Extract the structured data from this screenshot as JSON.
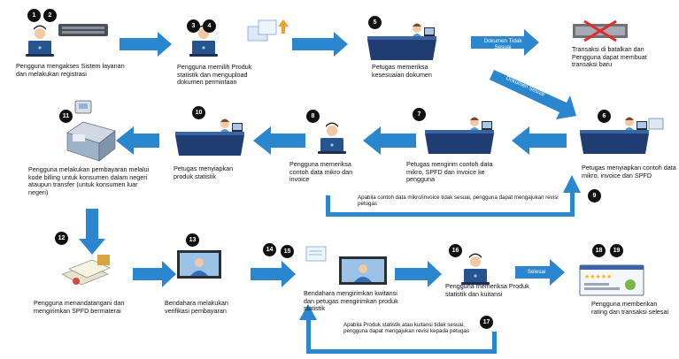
{
  "colors": {
    "arrow": "#2a86cf",
    "desk": "#1f3d70",
    "desk_top": "#3a63a8",
    "badge": "#111111",
    "person_shirt": "#2f6fb8",
    "screen": "#a9c7e8",
    "reject_red": "#e12b2b"
  },
  "steps": [
    {
      "id": "s1",
      "numbers": [
        "1",
        "2"
      ],
      "caption": "Pengguna mengakses Sistem layanan dan melakukan registrasi",
      "icon": "person-laptop-icon"
    },
    {
      "id": "s3",
      "numbers": [
        "3",
        "4"
      ],
      "caption": "Pengguna memilih Produk statistik dan mengupload dokumen permintaan",
      "icon": "person-laptop-icon"
    },
    {
      "id": "s5",
      "numbers": [
        "5"
      ],
      "caption": "Petugas memeriksa kesesuaian dokumen",
      "icon": "officer-desk-icon"
    },
    {
      "id": "s_cancel",
      "numbers": [],
      "caption": "Transaksi di batalkan dan Pengguna dapat membuat transaksi baru",
      "icon": "cancelled-transaction-icon"
    },
    {
      "id": "s6",
      "numbers": [
        "6"
      ],
      "caption": "Petugas menyiapkan contoh data mikro, invoice dan SPFD",
      "icon": "officer-desk-icon"
    },
    {
      "id": "s7",
      "numbers": [
        "7"
      ],
      "caption": "Petugas mengirim contoh data mikro, SPFD dan invoice ke pengguna",
      "icon": "officer-desk-icon"
    },
    {
      "id": "s8",
      "numbers": [
        "8"
      ],
      "caption": "Pengguna memeriksa contoh data mikro dan invoice",
      "icon": "person-laptop-icon"
    },
    {
      "id": "s10",
      "numbers": [
        "10"
      ],
      "caption": "Petugas menyiapkan produk statistik",
      "icon": "officer-desk-icon"
    },
    {
      "id": "s11",
      "numbers": [
        "11"
      ],
      "caption": "Pengguna melakukan pembayaran melalui kode billing untuk konsumen dalam negeri ataupun transfer (untuk konsumen luar negeri)",
      "icon": "atm-payment-icon"
    },
    {
      "id": "s12",
      "numbers": [
        "12"
      ],
      "caption": "Pengguna menandatangani dan mengirimkan SPFD bermaterai",
      "icon": "signed-document-icon"
    },
    {
      "id": "s13",
      "numbers": [
        "13"
      ],
      "caption": "Bendahara melakukan verifikasi pembayaran",
      "icon": "treasurer-icon"
    },
    {
      "id": "s14",
      "numbers": [
        "14",
        "15"
      ],
      "caption": "Bendahara mengirimkan kwitansi dan petugas mengirimkan produk statistik",
      "icon": "treasurer-icon"
    },
    {
      "id": "s16",
      "numbers": [
        "16"
      ],
      "caption": "Pengguna memeriksa Produk statistik dan kuitansi",
      "icon": "person-laptop-icon"
    },
    {
      "id": "s18",
      "numbers": [
        "18",
        "19"
      ],
      "caption": "Pengguna memberikan rating dan transaksi selesai",
      "icon": "rating-screen-icon"
    }
  ],
  "arrow_labels": {
    "doc_not_ok": "Dokumen Tidak Sesuai",
    "doc_ok": "Dokumen Sesuai",
    "done": "Selesai"
  },
  "notes": {
    "n9_number": "9",
    "n9_text": "Apabila contoh data mikro/invoice tidak sesuai, pengguna dapat mengajukan revisi petugas",
    "n17_number": "17",
    "n17_text": "Apabila Produk statistik atau kuitansi tidak sesuai, pengguna dapat mengajukan revisi kepada petugas"
  }
}
